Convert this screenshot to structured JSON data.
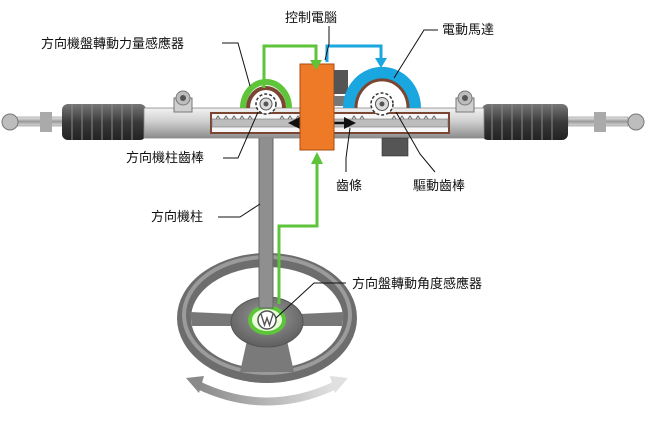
{
  "labels": {
    "torque_sensor": "方向機盤轉動力量感應器",
    "ecu": "控制電腦",
    "electric_motor": "電動馬達",
    "column_pinion": "方向機柱齒棒",
    "rack": "齒條",
    "drive_pinion": "驅動齒棒",
    "steering_column": "方向機柱",
    "angle_sensor": "方向盤轉動角度感應器"
  },
  "colors": {
    "signal_green": "#5ec43a",
    "motor_blue": "#1aa6df",
    "ecu_orange": "#ee7a28",
    "metal_dark": "#5a5a5a",
    "metal_light": "#c9c9c9",
    "wheel_gray": "#777777",
    "housing_brown": "#7a4632"
  },
  "icons": {
    "wheel_logo": "vw-logo-icon",
    "rotation": "double-arrow-arc-icon",
    "rack_motion": "double-arrow-icon"
  }
}
